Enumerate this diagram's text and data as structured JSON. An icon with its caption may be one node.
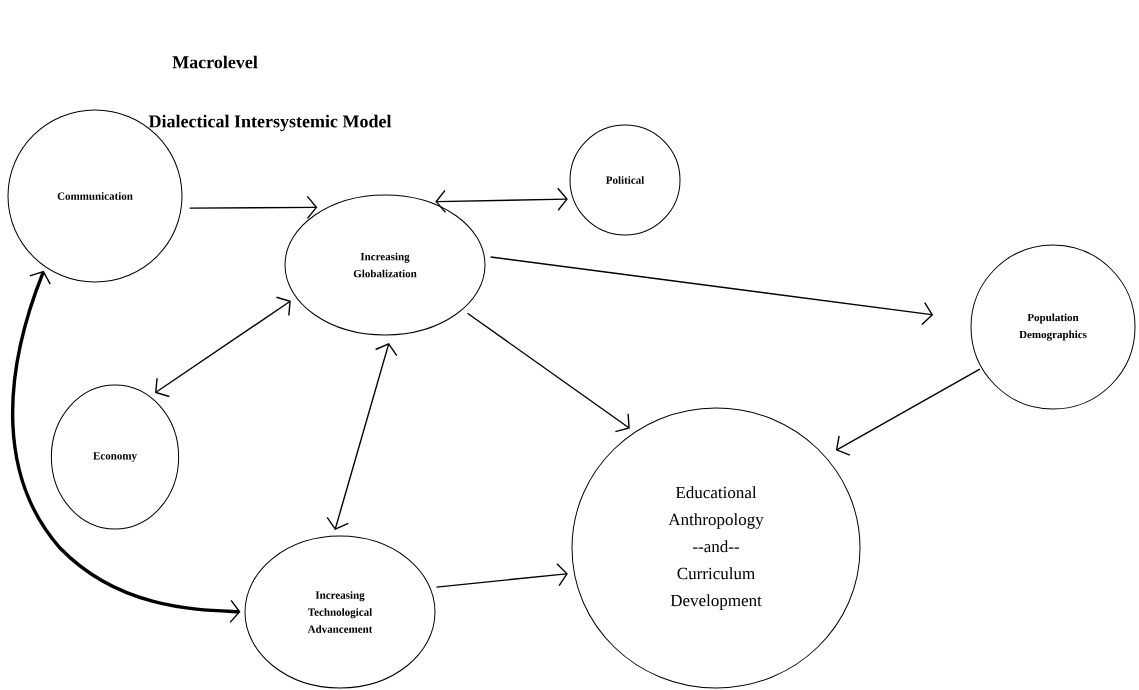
{
  "diagram": {
    "title": "Macrolevel",
    "nodes": [
      {
        "text": [
          "Communication"
        ]
      },
      {
        "text": [
          "Political"
        ]
      },
      {
        "text": [
          "Increasing Globalization"
        ]
      },
      {
        "text": [
          "Population Demographics"
        ]
      },
      {
        "text": [
          "Economy"
        ]
      },
      {
        "text": [
          "Educational Anthropology --and-- Curriculum Development"
        ]
      },
      {
        "text": [
          "Increasing Technological Advancement"
        ]
      }
    ],
    "edges": [
      {
        "from": 0,
        "to": 2,
        "arrow": "to"
      },
      {
        "from": 1,
        "to": 2,
        "arrow": "both"
      },
      {
        "from": 2,
        "to": 3,
        "arrow": "to"
      },
      {
        "from": 2,
        "to": 5,
        "arrow": "to"
      },
      {
        "from": 3,
        "to": 5,
        "arrow": "to"
      },
      {
        "from": 4,
        "to": 2,
        "arrow": "both"
      },
      {
        "from": 2,
        "to": 6,
        "arrow": "both"
      },
      {
        "from": 0,
        "to": 6,
        "arrow": "both",
        "style": "thick"
      },
      {
        "from": 6,
        "to": 5,
        "arrow": "to"
      }
    ],
    "labels": [
      "Dialectical Intersystemic Model"
    ]
  }
}
